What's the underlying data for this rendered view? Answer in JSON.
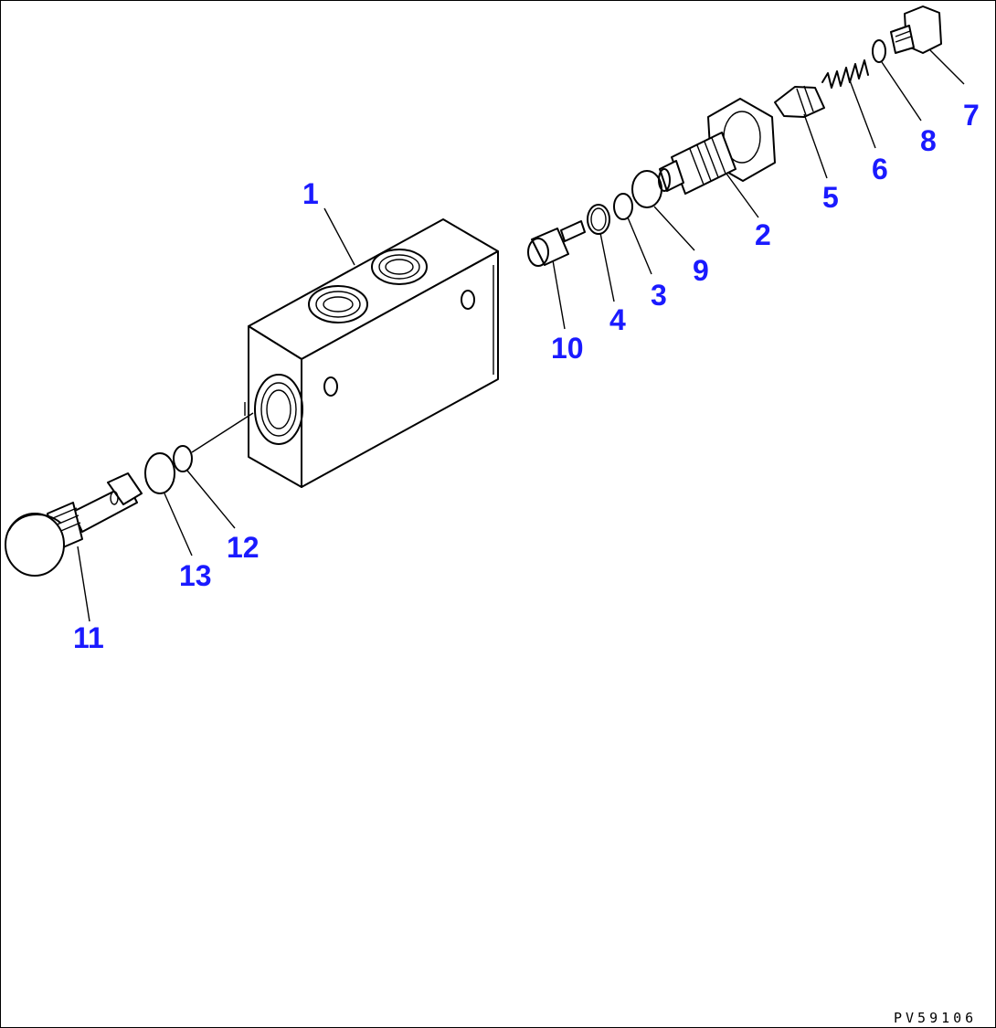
{
  "diagram": {
    "reference_code": "PV59106",
    "part_numbers": [
      "1",
      "2",
      "3",
      "4",
      "5",
      "6",
      "7",
      "8",
      "9",
      "10",
      "11",
      "12",
      "13"
    ]
  },
  "colors": {
    "label_color": "#1a1aff",
    "line_color": "#000000",
    "background": "#ffffff"
  }
}
